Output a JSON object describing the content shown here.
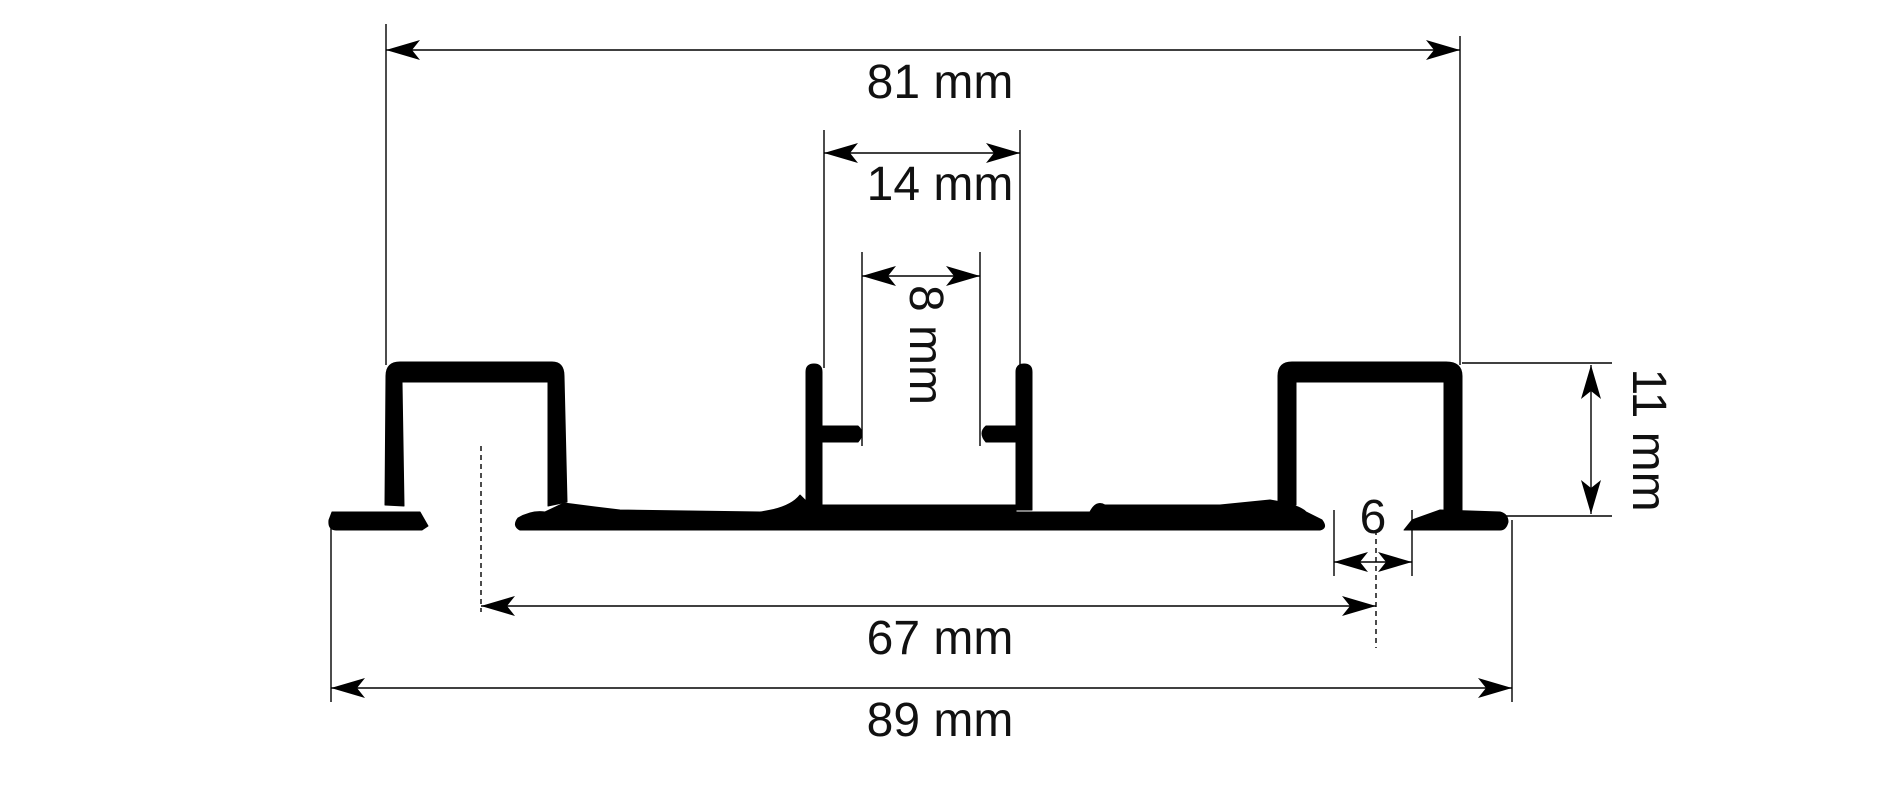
{
  "dimensions": {
    "top_width": "81 mm",
    "channel_width": "14 mm",
    "slot_width": "8 mm",
    "height": "11 mm",
    "slot_small": "6",
    "center_distance": "67 mm",
    "overall_width": "89 mm"
  },
  "colors": {
    "profile": "#000000",
    "lines": "#000000",
    "text": "#111111"
  }
}
